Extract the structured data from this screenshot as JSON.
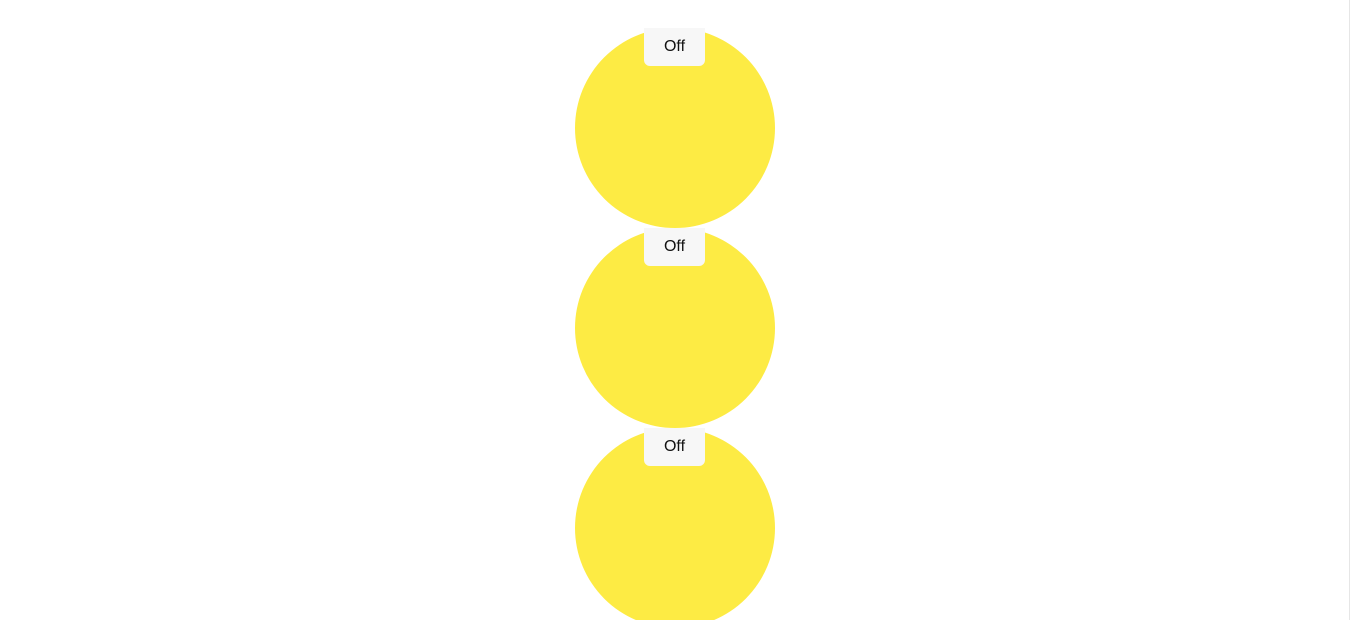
{
  "colors": {
    "background": "#ffffff",
    "bulb": "#fdeb44",
    "toggle_background": "#f7f7f7",
    "toggle_text": "#111111"
  },
  "lamps": [
    {
      "toggle_label": "Off"
    },
    {
      "toggle_label": "Off"
    },
    {
      "toggle_label": "Off"
    }
  ]
}
